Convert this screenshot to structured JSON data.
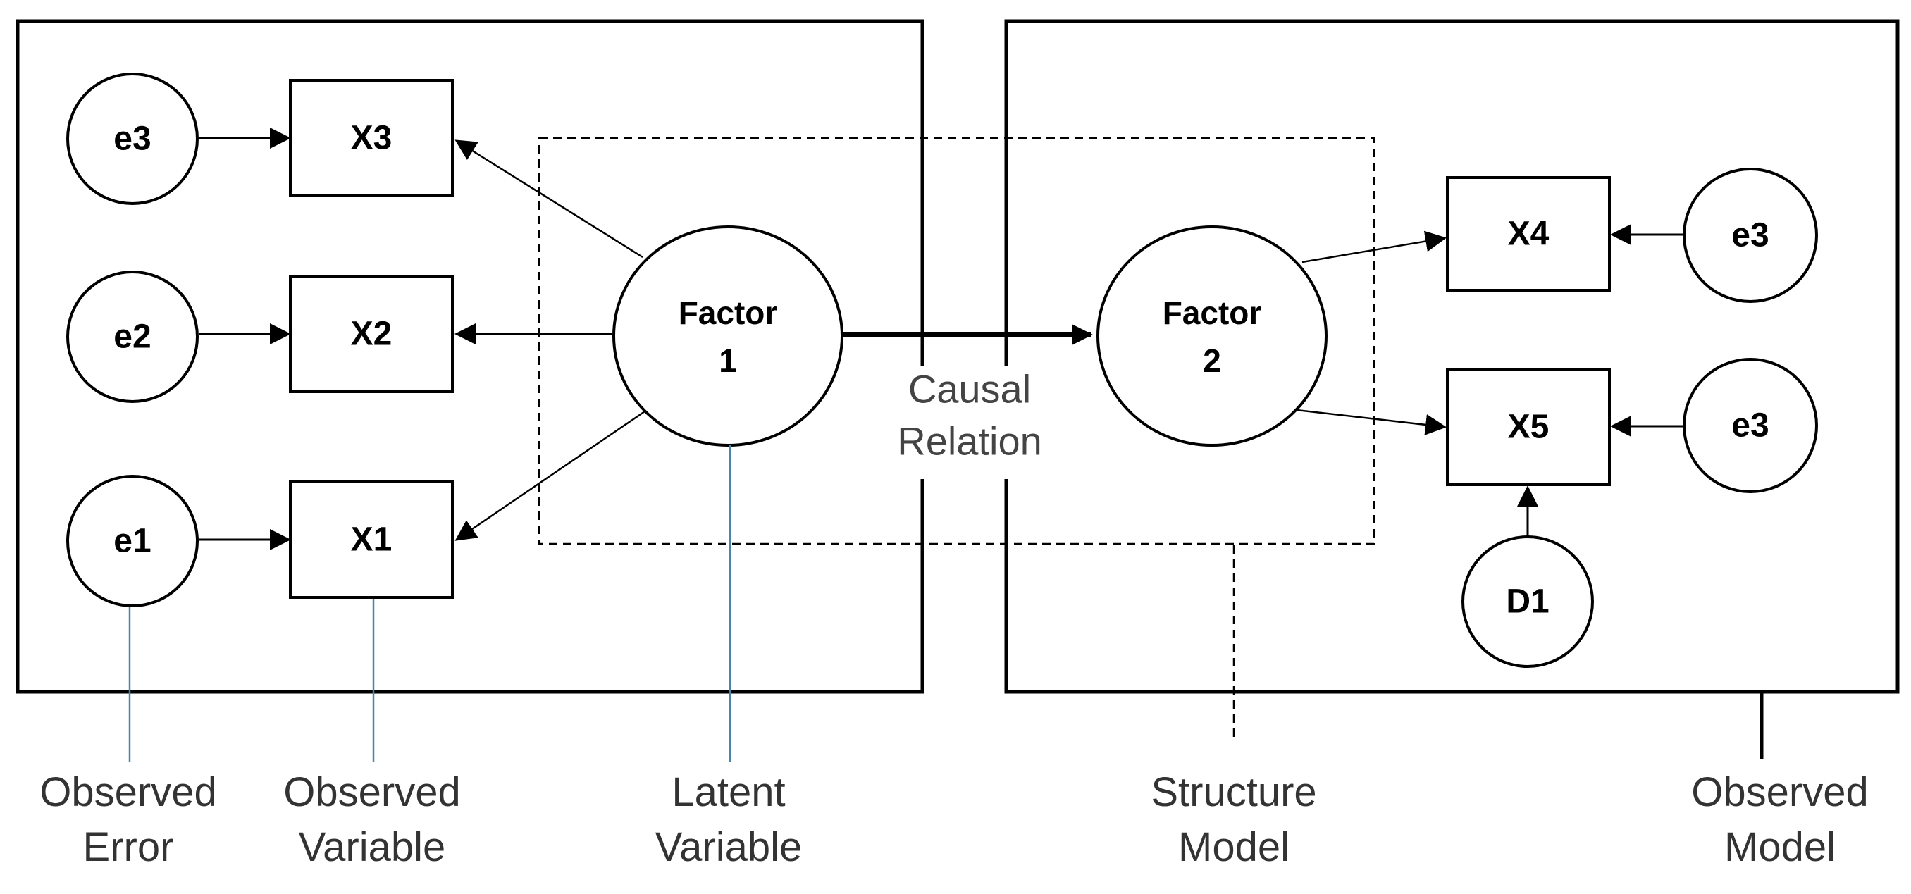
{
  "observed_errors_left": [
    "e3",
    "e2",
    "e1"
  ],
  "observed_variables_left": [
    "X3",
    "X2",
    "X1"
  ],
  "factor1": {
    "line1": "Factor",
    "line2": "1"
  },
  "factor2": {
    "line1": "Factor",
    "line2": "2"
  },
  "causal_relation": {
    "line1": "Causal",
    "line2": "Relation"
  },
  "observed_variables_right": [
    "X4",
    "X5"
  ],
  "observed_errors_right": [
    "e3",
    "e3"
  ],
  "disturbance": "D1",
  "captions": {
    "observed_error": [
      "Observed",
      "Error"
    ],
    "observed_variable": [
      "Observed",
      "Variable"
    ],
    "latent_variable": [
      "Latent",
      "Variable"
    ],
    "structure_model": [
      "Structure",
      "Model"
    ],
    "observed_model": [
      "Observed",
      "Model"
    ]
  },
  "colors": {
    "stroke": "#000000",
    "pointer": "#4a86a8",
    "caption": "#333333"
  }
}
